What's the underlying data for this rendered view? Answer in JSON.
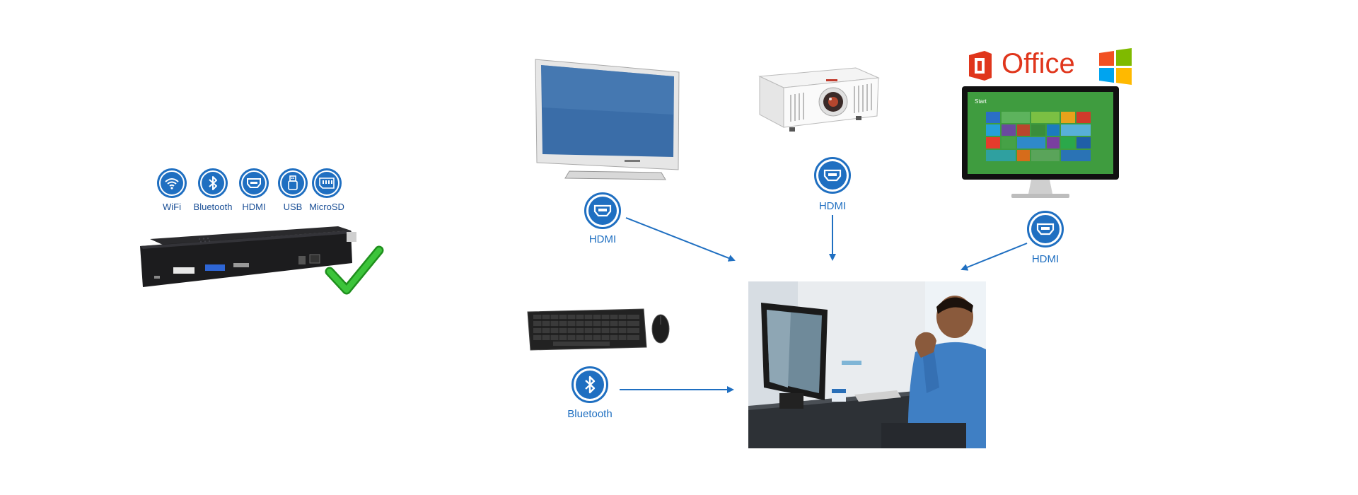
{
  "colors": {
    "accent": "#1f6fc1",
    "office_red": "#e0361c",
    "check_green": "#3cc43a",
    "stick_black": "#1c1c1e"
  },
  "features": [
    {
      "icon": "wifi-icon",
      "label": "WiFi"
    },
    {
      "icon": "bluetooth-icon",
      "label": "Bluetooth"
    },
    {
      "icon": "hdmi-icon",
      "label": "HDMI"
    },
    {
      "icon": "usb-icon",
      "label": "USB"
    },
    {
      "icon": "microsd-icon",
      "label": "MicroSD"
    }
  ],
  "connections": {
    "tv": {
      "label": "HDMI",
      "icon": "hdmi-icon"
    },
    "projector": {
      "label": "HDMI",
      "icon": "hdmi-icon"
    },
    "monitor": {
      "label": "HDMI",
      "icon": "hdmi-icon"
    },
    "keyboard": {
      "label": "Bluetooth",
      "icon": "bluetooth-icon"
    }
  },
  "office": {
    "label": "Office"
  },
  "windows_screen": {
    "start_label": "Start"
  }
}
